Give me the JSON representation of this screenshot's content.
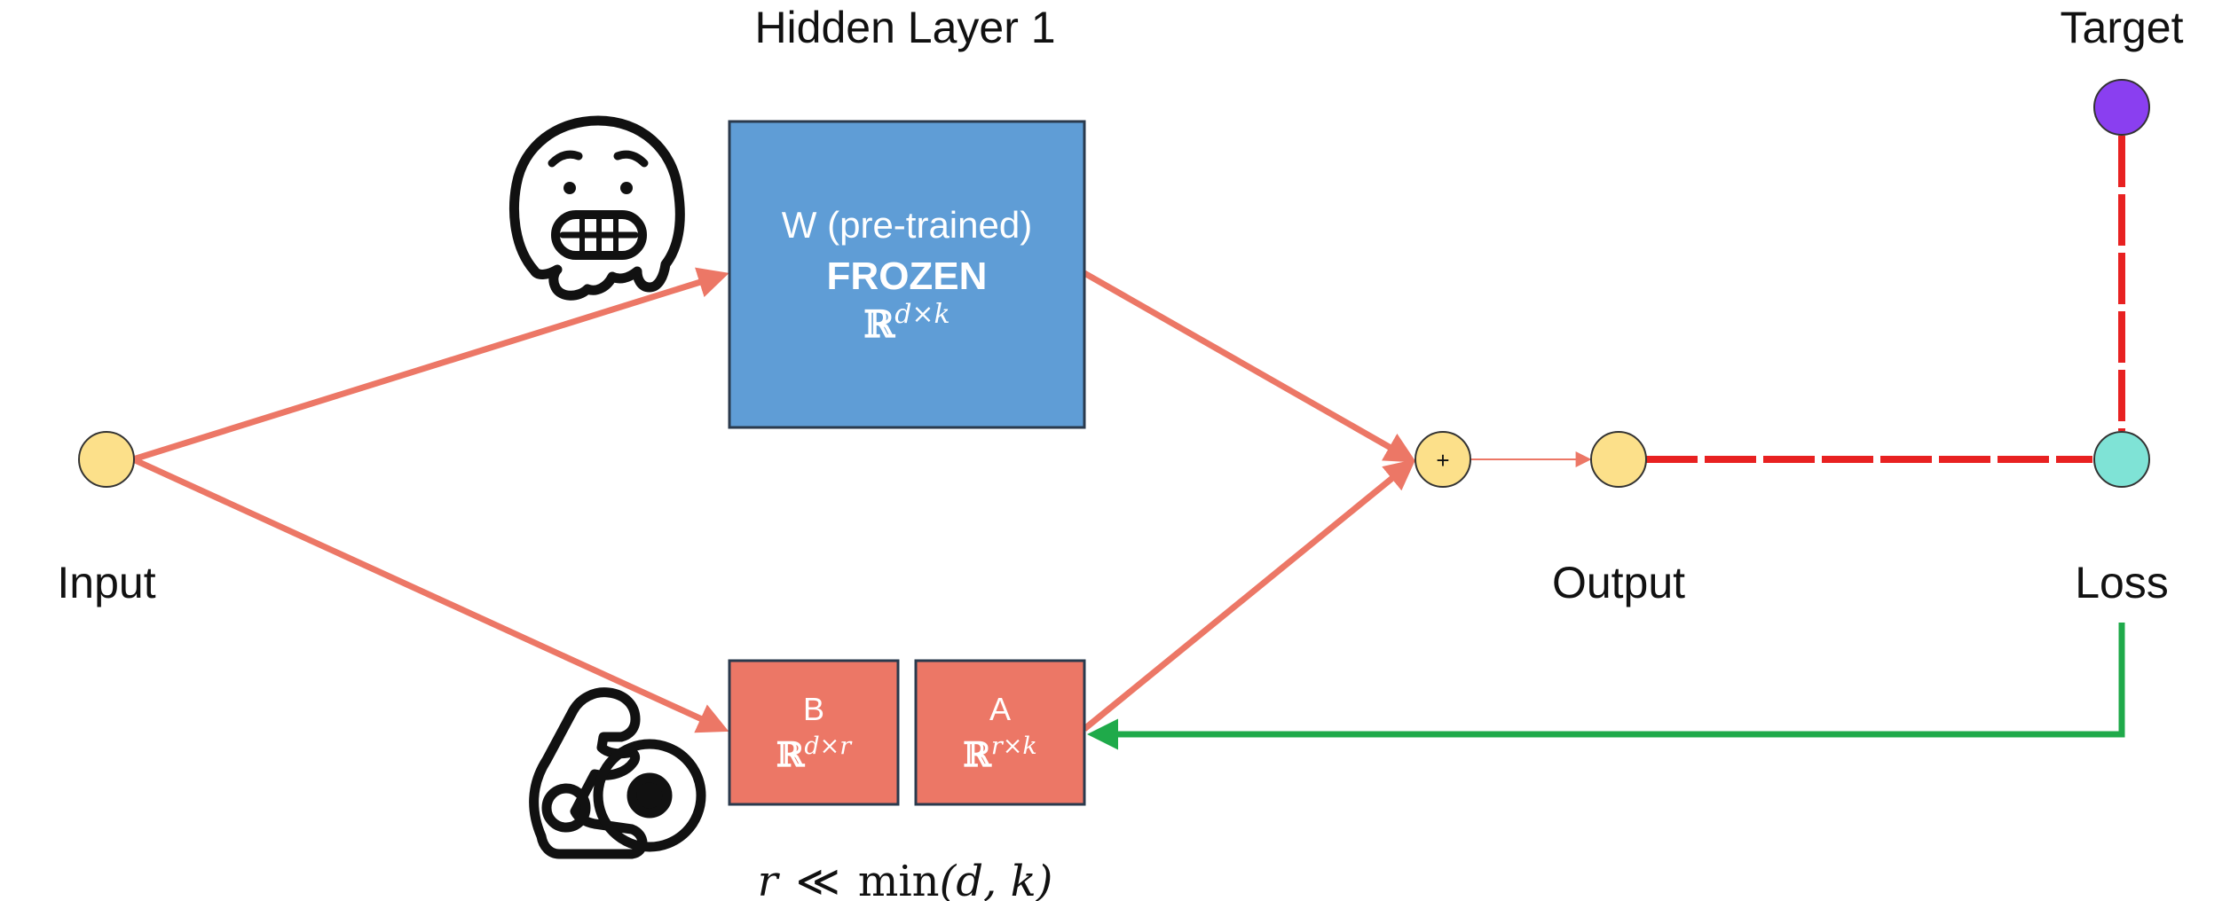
{
  "labels": {
    "hidden_layer": "Hidden Layer 1",
    "target": "Target",
    "input": "Input",
    "output": "Output",
    "loss": "Loss"
  },
  "frozen_box": {
    "line1": "W (pre-trained)",
    "line2": "FROZEN",
    "space_symbol": "ℝ",
    "space_exponent": "d×k"
  },
  "box_b": {
    "label": "B",
    "space_symbol": "ℝ",
    "space_exponent": "d×r"
  },
  "box_a": {
    "label": "A",
    "space_symbol": "ℝ",
    "space_exponent": "r×k"
  },
  "sum_symbol": "+",
  "constraint": {
    "r": "r",
    "op": "≪",
    "fn": "min",
    "args": "(d, k)"
  },
  "colors": {
    "frozen_fill": "#5f9dd6",
    "adapter_fill": "#ec7766",
    "arrow": "#ec7766",
    "loss_line": "#e82121",
    "gradient": "#1faa4a",
    "node_yellow": "#fce08a",
    "node_target": "#8a3ff0",
    "node_loss": "#7fe3d6"
  },
  "icons": [
    "freezing-face-icon",
    "flexed-arm-icon"
  ]
}
